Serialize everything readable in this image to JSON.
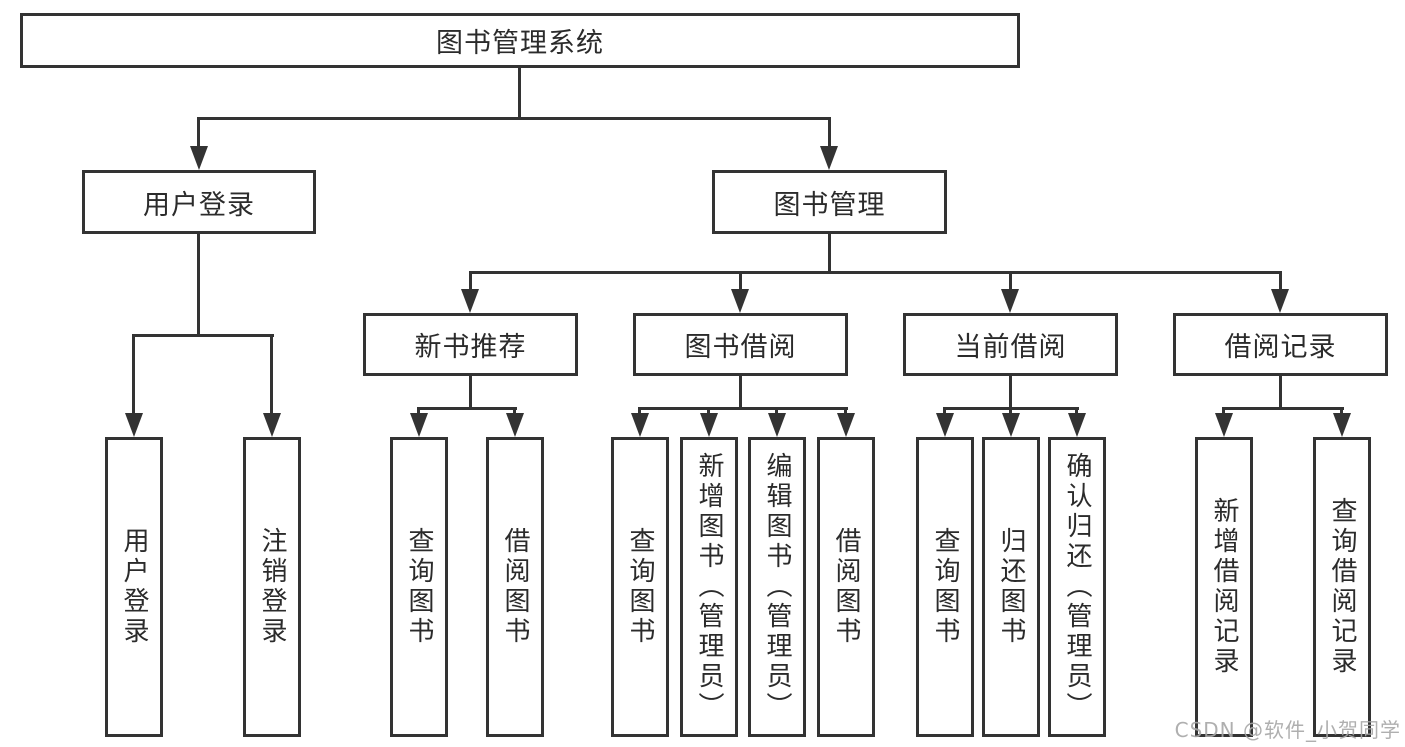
{
  "diagram": {
    "type": "tree",
    "root": {
      "label": "图书管理系统"
    },
    "level2": [
      {
        "label": "用户登录",
        "parent": "图书管理系统"
      },
      {
        "label": "图书管理",
        "parent": "图书管理系统"
      }
    ],
    "level3": [
      {
        "label": "新书推荐",
        "parent": "图书管理"
      },
      {
        "label": "图书借阅",
        "parent": "图书管理"
      },
      {
        "label": "当前借阅",
        "parent": "图书管理"
      },
      {
        "label": "借阅记录",
        "parent": "图书管理"
      }
    ],
    "leaves": [
      {
        "label": "用户登录",
        "parent": "用户登录"
      },
      {
        "label": "注销登录",
        "parent": "用户登录"
      },
      {
        "label": "查询图书",
        "parent": "新书推荐"
      },
      {
        "label": "借阅图书",
        "parent": "新书推荐"
      },
      {
        "label": "查询图书",
        "parent": "图书借阅"
      },
      {
        "label": "新增图书（管理员）",
        "parent": "图书借阅"
      },
      {
        "label": "编辑图书（管理员）",
        "parent": "图书借阅"
      },
      {
        "label": "借阅图书",
        "parent": "图书借阅"
      },
      {
        "label": "查询图书",
        "parent": "当前借阅"
      },
      {
        "label": "归还图书",
        "parent": "当前借阅"
      },
      {
        "label": "确认归还（管理员）",
        "parent": "当前借阅"
      },
      {
        "label": "新增借阅记录",
        "parent": "借阅记录"
      },
      {
        "label": "查询借阅记录",
        "parent": "借阅记录"
      }
    ]
  },
  "watermark": {
    "text": "CSDN @软件_小贺同学"
  },
  "colors": {
    "line": "#333333",
    "box_border": "#333333",
    "text": "#2b2b2b",
    "background": "#ffffff",
    "watermark": "#a6a6a6"
  }
}
